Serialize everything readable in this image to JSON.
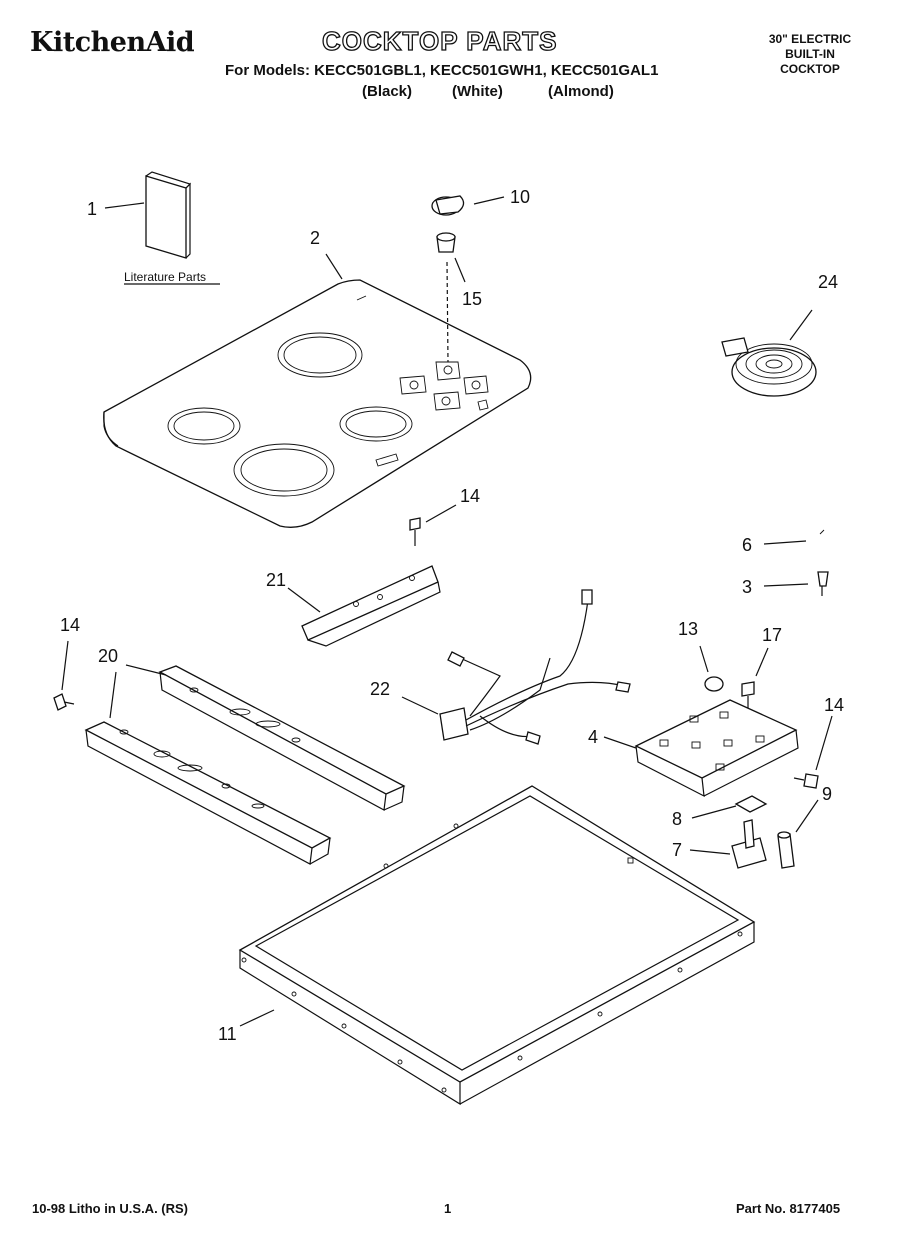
{
  "header": {
    "brand": "KitchenAid",
    "title": "COCKTOP PARTS",
    "models_line": "For Models: KECC501GBL1, KECC501GWH1, KECC501GAL1",
    "variants": [
      "(Black)",
      "(White)",
      "(Almond)"
    ],
    "product_lines": [
      "30\" ELECTRIC",
      "BUILT-IN",
      "COCKTOP"
    ]
  },
  "diagram": {
    "literature_label": "Literature Parts",
    "callouts": {
      "c1": "1",
      "c2": "2",
      "c10": "10",
      "c15": "15",
      "c24": "24",
      "c14a": "14",
      "c21": "21",
      "c6": "6",
      "c3": "3",
      "c14b": "14",
      "c20": "20",
      "c22": "22",
      "c13": "13",
      "c17": "17",
      "c4": "4",
      "c14c": "14",
      "c9": "9",
      "c8": "8",
      "c7": "7",
      "c11": "11"
    }
  },
  "footer": {
    "left": "10-98 Litho in U.S.A. (RS)",
    "page": "1",
    "part_no": "Part No. 8177405"
  }
}
